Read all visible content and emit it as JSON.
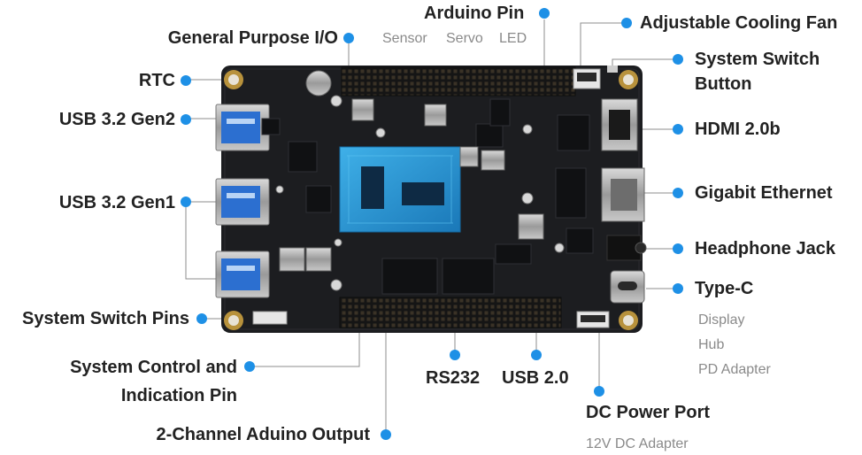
{
  "labels": {
    "arduino_pin": "Arduino Pin",
    "arduino_sub": [
      "Sensor",
      "Servo",
      "LED"
    ],
    "gpio": "General Purpose I/O",
    "rtc": "RTC",
    "usb32_gen2": "USB 3.2 Gen2",
    "usb32_gen1": "USB 3.2 Gen1",
    "system_switch_pins": "System Switch Pins",
    "system_control": "System Control and",
    "system_control_2": "Indication Pin",
    "two_channel": "2-Channel Aduino Output",
    "rs232": "RS232",
    "usb20": "USB 2.0",
    "fan": "Adjustable Cooling Fan",
    "switch_button": "System Switch",
    "switch_button_2": "Button",
    "hdmi": "HDMI 2.0b",
    "ethernet": "Gigabit Ethernet",
    "headphone": "Headphone Jack",
    "typec": "Type-C",
    "typec_sub": [
      "Display",
      "Hub",
      "PD Adapter"
    ],
    "dc_power": "DC Power Port",
    "dc_sub": "12V DC Adapter"
  },
  "colors": {
    "accent": "#1e90e6",
    "leader": "#8c8c8c",
    "board": "#1c1d20",
    "heatspreader": "#2b9ad6",
    "port_blue": "#2c6fd0",
    "gold": "#b8923c"
  }
}
